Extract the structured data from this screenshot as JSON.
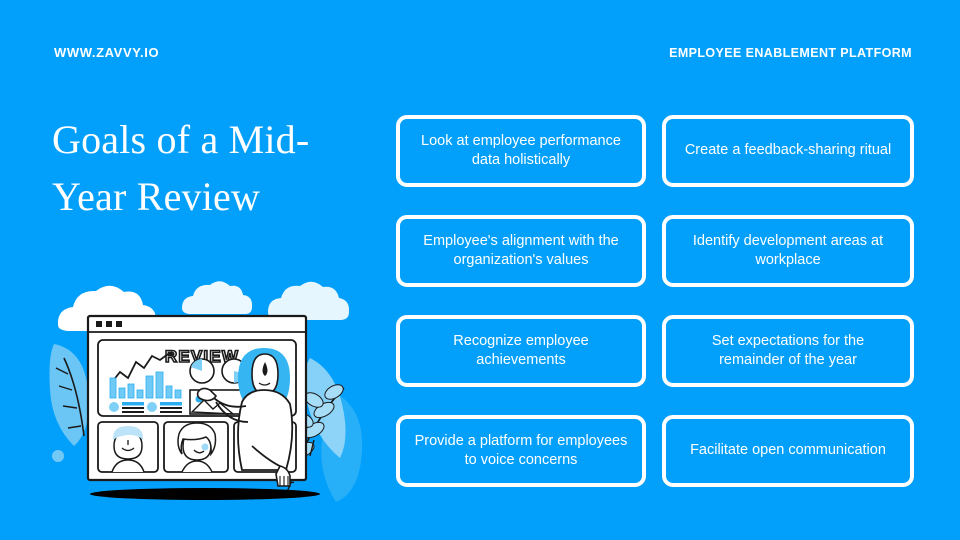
{
  "theme": {
    "background_color": "#03A0FB",
    "accent_color": "#FFFFFF",
    "illustration_light_blue": "#A8DDF7",
    "illustration_mid_blue": "#46BDF5",
    "illustration_line": "#1A1A1A"
  },
  "header": {
    "site_url": "WWW.ZAVVY.IO",
    "tagline": "EMPLOYEE ENABLEMENT PLATFORM"
  },
  "title": {
    "text": "Goals of a Mid-Year Review"
  },
  "cards": [
    {
      "id": "look-at-employee-performance-data",
      "label": "Look at employee performance data holistically"
    },
    {
      "id": "create-feedback-sharing-ritual",
      "label": "Create a feedback-sharing ritual"
    },
    {
      "id": "employee-alignment-values",
      "label": "Employee's alignment with the organization's values"
    },
    {
      "id": "identify-development-areas",
      "label": "Identify development areas at workplace"
    },
    {
      "id": "recognize-employee-achievements",
      "label": "Recognize employee achievements"
    },
    {
      "id": "set-expectations-remainder-year",
      "label": "Set expectations for the remainder of the year"
    },
    {
      "id": "provide-platform-voice-concerns",
      "label": "Provide a platform for employees to voice concerns"
    },
    {
      "id": "facilitate-open-communication",
      "label": "Facilitate open communication"
    }
  ],
  "illustration": {
    "alt": "Person presenting a performance review dashboard in a browser window with video call participants",
    "screen_heading": "REVIEW",
    "elements": [
      "cloud",
      "leaf-branch",
      "browser-window",
      "bar-chart",
      "line-chart",
      "pie-chart",
      "image-thumbnail",
      "presenter-figure",
      "participant-avatar",
      "shadow"
    ]
  }
}
